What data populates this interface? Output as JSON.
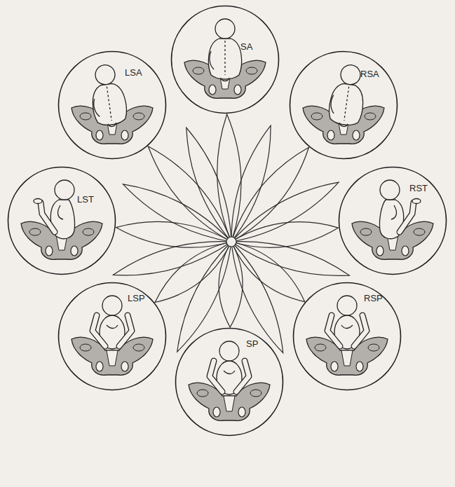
{
  "diagram": {
    "nodes": [
      {
        "text": [
          "SA"
        ]
      },
      {
        "text": [
          "LSA"
        ]
      },
      {
        "text": [
          "RSA"
        ]
      },
      {
        "text": [
          "LST"
        ]
      },
      {
        "text": [
          "RST"
        ]
      },
      {
        "text": [
          "LSP"
        ]
      },
      {
        "text": [
          "RSP"
        ]
      },
      {
        "text": [
          "SP"
        ]
      }
    ]
  }
}
